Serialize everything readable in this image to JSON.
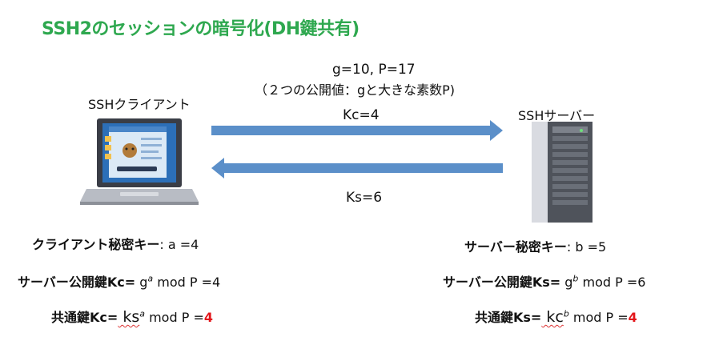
{
  "title": "SSH2のセッションの暗号化(DH鍵共有)",
  "params": {
    "line1": "g=10, P=17",
    "line2": "（２つの公開値：gと大きな素数P)"
  },
  "arrows": {
    "to_server_label": "Kc=4",
    "to_client_label": "Ks=6",
    "color": "#5b8fc9"
  },
  "client": {
    "label": "SSHクライアント",
    "private_key": {
      "prefix": "クライアント秘密キー",
      "rest": ": a =4"
    },
    "public_key": {
      "prefix": "サーバー公開鍵Kc=",
      "base": " g",
      "exp": "a",
      "rest": " mod P =4"
    },
    "shared_key": {
      "prefix": "共通鍵Kc=",
      "base": " ks",
      "exp": "a",
      "rest": " mod P =",
      "result": "4"
    }
  },
  "server": {
    "label": "SSHサーバー",
    "private_key": {
      "prefix": "サーバー秘密キー",
      "rest": ": b =5"
    },
    "public_key": {
      "prefix": "サーバー公開鍵Ks=",
      "base": " g",
      "exp": "b",
      "rest": " mod P =6"
    },
    "shared_key": {
      "prefix": "共通鍵Ks=",
      "base": " kc",
      "exp": "b",
      "rest": " mod P =",
      "result": "4"
    }
  },
  "icons": [
    "laptop-icon",
    "server-tower-icon"
  ],
  "colors": {
    "title": "#2ea84f",
    "result": "#e3151a"
  }
}
